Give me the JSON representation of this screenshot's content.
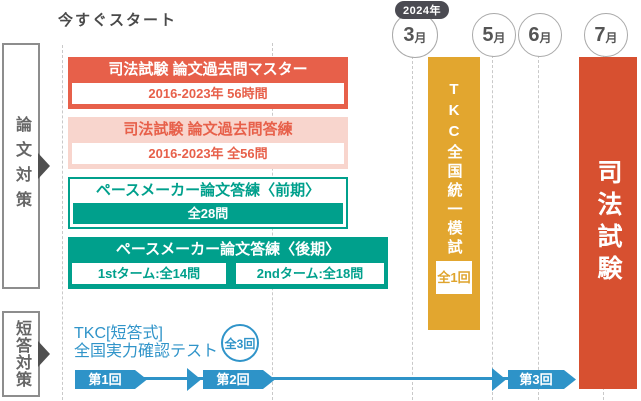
{
  "header": {
    "start_label": "今すぐスタート",
    "year_badge": "2024年",
    "months": [
      {
        "num": "3",
        "unit": "月"
      },
      {
        "num": "5",
        "unit": "月"
      },
      {
        "num": "6",
        "unit": "月"
      },
      {
        "num": "7",
        "unit": "月"
      }
    ]
  },
  "categories": [
    {
      "label": "論文対策"
    },
    {
      "label": "短答対策"
    }
  ],
  "courses": [
    {
      "title": "司法試験 論文過去問マスター",
      "subtitle": "2016-2023年 56時間"
    },
    {
      "title": "司法試験 論文過去問答練",
      "subtitle": "2016-2023年 全56問"
    },
    {
      "title": "ペースメーカー論文答練〈前期〉",
      "subtitle": "全28問"
    },
    {
      "title": "ペースメーカー論文答練〈後期〉",
      "subtitle_left": "1stターム:全14問",
      "subtitle_right": "2ndターム:全18問"
    }
  ],
  "mock_exam": {
    "title": "TKC全国統一模試",
    "count": "全1回"
  },
  "final_exam": {
    "title": "司法試験"
  },
  "short_answer_test": {
    "name_line1": "TKC[短答式]",
    "name_line2": "全国実力確認テスト",
    "count": "全3回",
    "rounds": [
      {
        "label": "第1回"
      },
      {
        "label": "第2回"
      },
      {
        "label": "第3回"
      }
    ]
  },
  "colors": {
    "salmon": "#E7604A",
    "salmon_light": "#F8D5CD",
    "teal": "#00A08C",
    "gold": "#E2A62F",
    "deep_red": "#D75030",
    "blue": "#2E93C8",
    "year_badge_bg": "#4B4B52",
    "gridline": "#C9C9C9"
  }
}
